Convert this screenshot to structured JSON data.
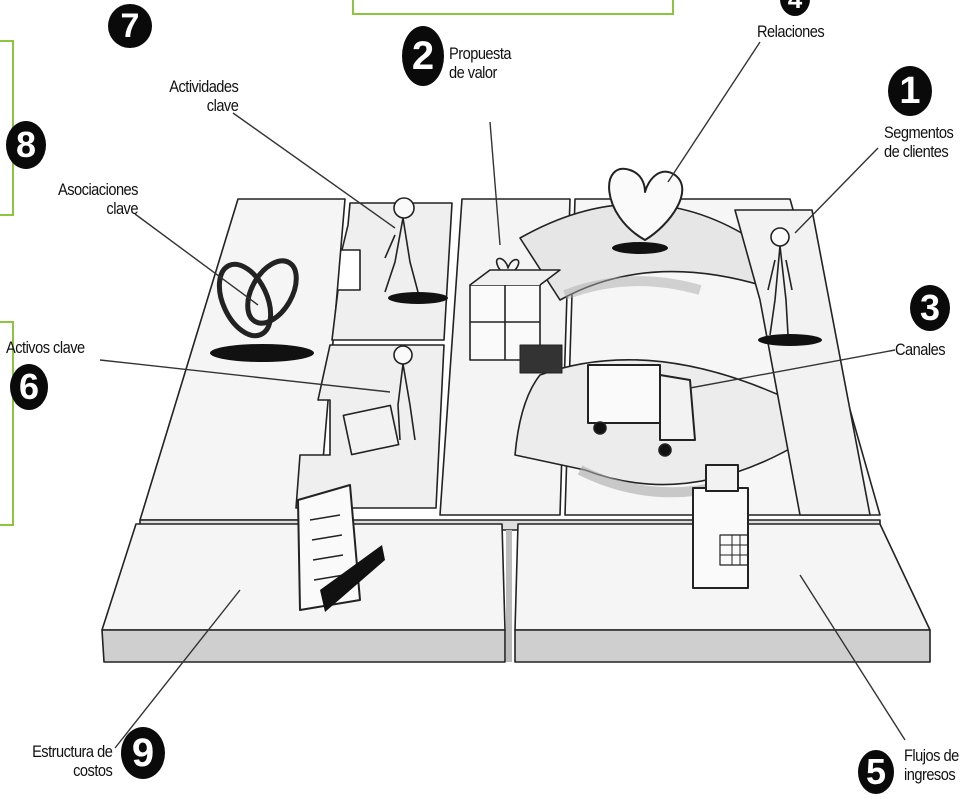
{
  "blocks": [
    {
      "number": "1",
      "label_lines": [
        "Segmentos",
        "de clientes"
      ]
    },
    {
      "number": "2",
      "label_lines": [
        "Propuesta",
        "de valor"
      ]
    },
    {
      "number": "3",
      "label_lines": [
        "Canales"
      ]
    },
    {
      "number": "4",
      "label_lines": [
        "Relaciones"
      ]
    },
    {
      "number": "5",
      "label_lines": [
        "Flujos de",
        "ingresos"
      ]
    },
    {
      "number": "6",
      "label_lines": [
        "Activos clave"
      ]
    },
    {
      "number": "7",
      "label_lines": [
        "Actividades",
        "clave"
      ]
    },
    {
      "number": "8",
      "label_lines": [
        "Asociaciones",
        "clave"
      ]
    },
    {
      "number": "9",
      "label_lines": [
        "Estructura de",
        "costos"
      ]
    }
  ],
  "colors": {
    "highlight_border": "#8cc63f",
    "ink": "#111111",
    "badge": "#0a0a0a"
  }
}
